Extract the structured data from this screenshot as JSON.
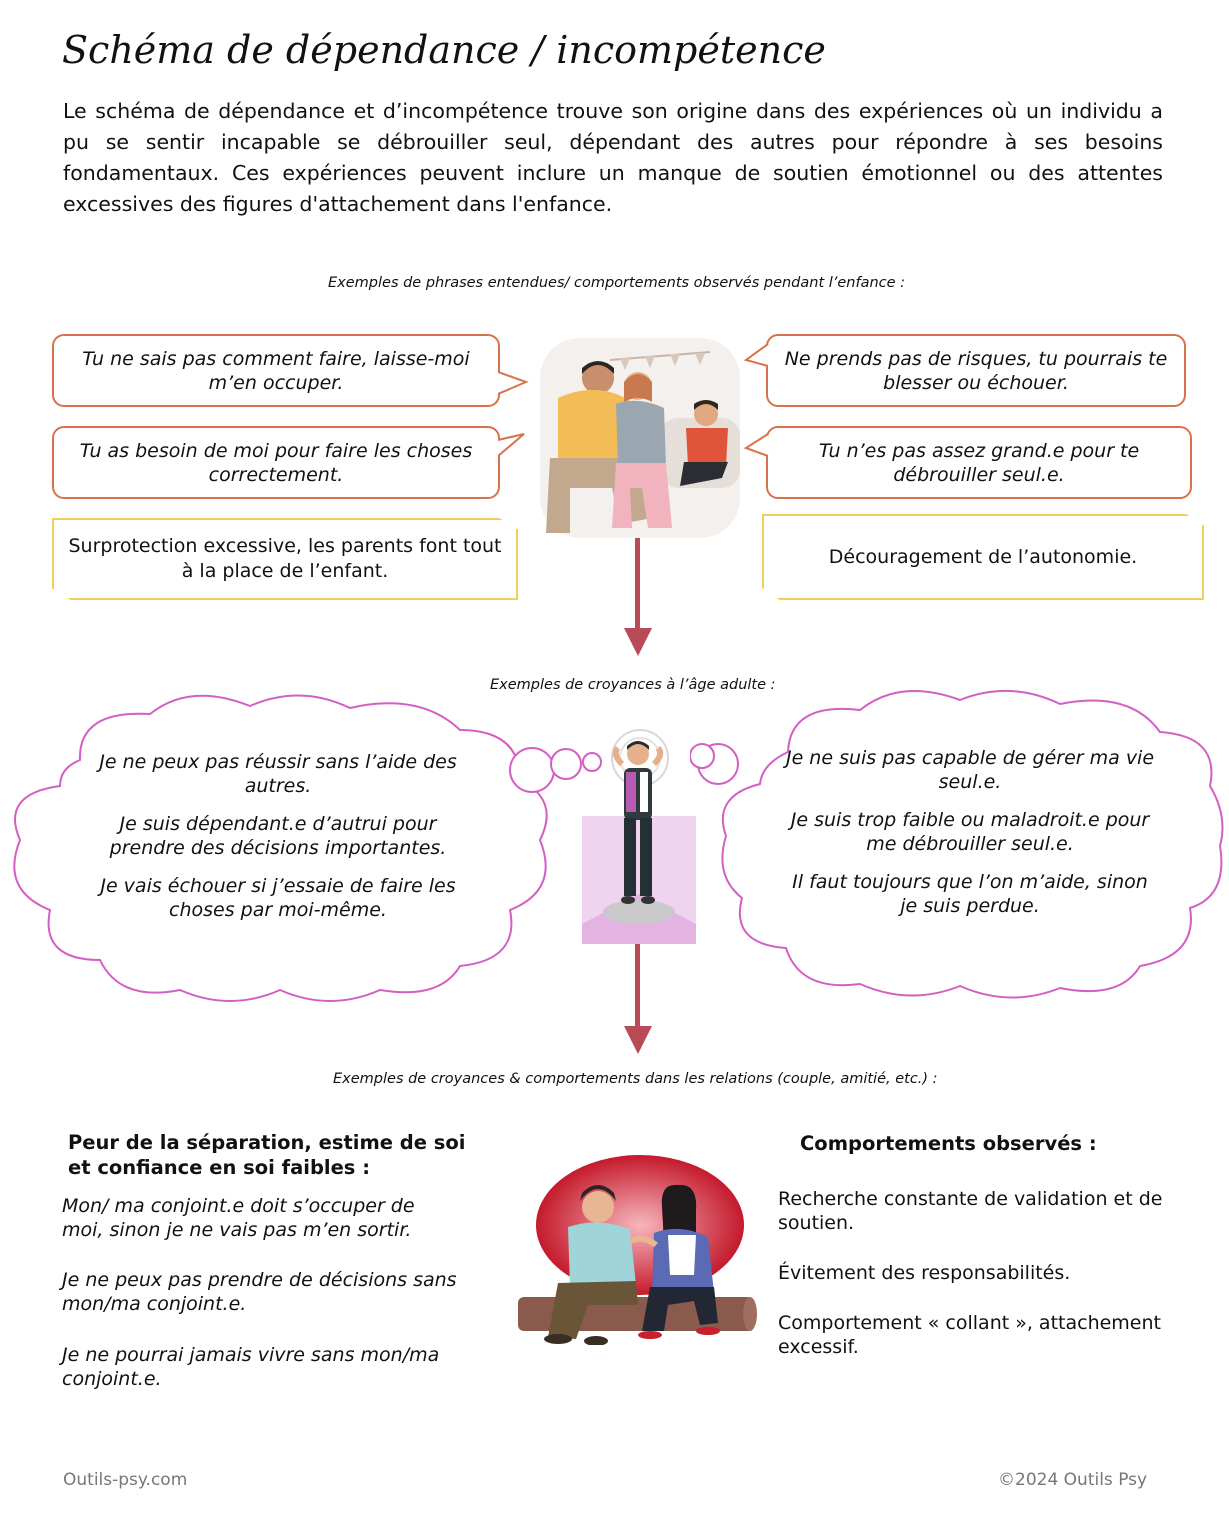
{
  "title": "Schéma de dépendance / incompétence",
  "intro": "Le schéma de dépendance et d’incompétence trouve son origine dans des expériences où un individu a pu se sentir incapable se débrouiller seul, dépendant des autres pour répondre à ses besoins fondamentaux. Ces expériences peuvent inclure un manque de soutien émotionnel ou des attentes excessives des figures d'attachement dans l'enfance.",
  "section1": {
    "caption": "Exemples de phrases entendues/ comportements observés pendant l’enfance :",
    "left_bubbles": [
      "Tu ne sais pas comment faire, laisse-moi m’en occuper.",
      "Tu as besoin de moi pour faire les choses correctement."
    ],
    "right_bubbles": [
      "Ne prends pas de risques, tu pourrais te blesser ou échouer.",
      "Tu n’es pas assez grand.e pour te débrouiller seul.e."
    ],
    "left_note": "Surprotection excessive, les parents font tout à la place de l’enfant.",
    "right_note": "Découragement de l’autonomie."
  },
  "section2": {
    "caption": "Exemples de croyances à l’âge adulte :",
    "left_cloud": [
      "Je ne peux pas réussir sans l’aide des autres.",
      "Je suis dépendant.e d’autrui pour prendre des décisions importantes.",
      "Je vais échouer si j’essaie de faire les choses par moi-même."
    ],
    "right_cloud": [
      "Je ne suis pas capable de gérer ma vie seul.e.",
      "Je suis trop faible ou maladroit.e pour me débrouiller seul.e.",
      "Il faut toujours que l’on m’aide, sinon je suis perdue."
    ]
  },
  "section3": {
    "caption": "Exemples de croyances & comportements dans les relations (couple, amitié, etc.) :",
    "left_heading": "Peur de la séparation, estime de soi et confiance en soi faibles :",
    "left_items": [
      "Mon/ ma conjoint.e doit s’occuper de moi, sinon je ne vais pas m’en sortir.",
      "Je ne peux pas prendre de décisions sans mon/ma conjoint.e.",
      "Je ne pourrai jamais vivre sans mon/ma conjoint.e."
    ],
    "right_heading": "Comportements observés :",
    "right_items": [
      "Recherche constante de validation et de soutien.",
      "Évitement des responsabilités.",
      "Comportement « collant », attachement excessif."
    ]
  },
  "footer": {
    "left": "Outils-psy.com",
    "right": "©2024 Outils Psy"
  },
  "colors": {
    "bubble_border": "#d9714a",
    "note_border": "#f2cf58",
    "cloud_border": "#d35fc4",
    "arrow": "#b94a58"
  }
}
